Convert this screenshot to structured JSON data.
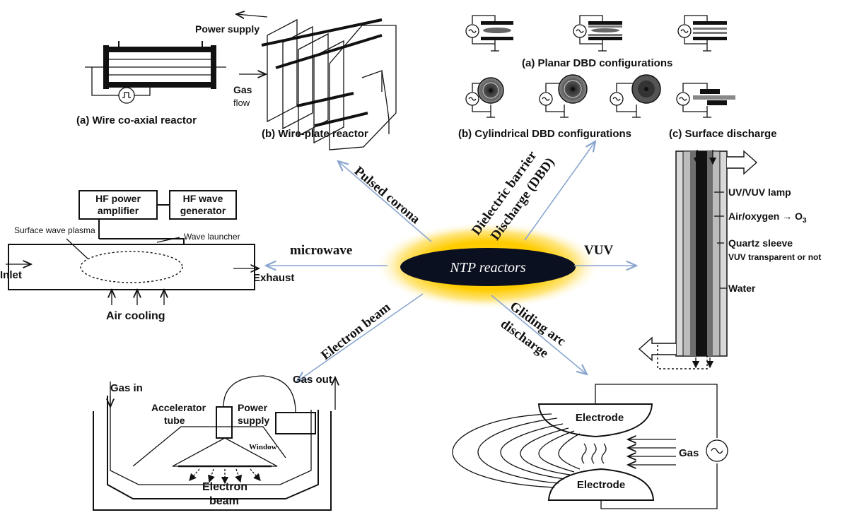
{
  "center": {
    "label": "NTP reactors"
  },
  "branches": {
    "pulsed_corona": "Pulsed corona",
    "dbd_line1": "Dielectric barrier",
    "dbd_line2": "Discharge (DBD)",
    "microwave": "microwave",
    "vuv": "VUV",
    "electron_beam": "Electron beam",
    "gliding_line1": "Gliding arc",
    "gliding_line2": "discharge"
  },
  "corona": {
    "wire_coaxial": "(a) Wire co-axial reactor",
    "wire_plate": "(b) Wire-plate reactor",
    "power_supply": "Power supply",
    "gas_line1": "Gas",
    "gas_line2": "flow"
  },
  "dbd": {
    "planar": "(a) Planar DBD configurations",
    "cylindrical": "(b) Cylindrical DBD configurations",
    "surface": "(c) Surface discharge"
  },
  "microwave_panel": {
    "amplifier_line1": "HF power",
    "amplifier_line2": "amplifier",
    "generator_line1": "HF wave",
    "generator_line2": "generator",
    "surface_wave": "Surface wave plasma",
    "launcher": "Wave launcher",
    "inlet": "Inlet",
    "exhaust": "Exhaust",
    "air_cooling": "Air cooling"
  },
  "vuv_panel": {
    "lamp": "UV/VUV lamp",
    "air_oxygen": "Air/oxygen → O",
    "o3_sub": "3",
    "quartz": "Quartz sleeve",
    "transparent": "VUV transparent or not",
    "water": "Water"
  },
  "ebeam_panel": {
    "gas_in": "Gas in",
    "gas_out": "Gas out",
    "acc_line1": "Accelerator",
    "acc_line2": "tube",
    "power_line1": "Power",
    "power_line2": "supply",
    "window": "Window",
    "beam_line1": "Electron",
    "beam_line2": "beam"
  },
  "gliding_panel": {
    "electrode_top": "Electrode",
    "electrode_bottom": "Electrode",
    "gas": "Gas"
  },
  "colors": {
    "arrow": "#8aa6cf",
    "glow_inner": "#ffd21a",
    "glow_outer": "#ffffff",
    "ellipse": "#0b1020"
  }
}
